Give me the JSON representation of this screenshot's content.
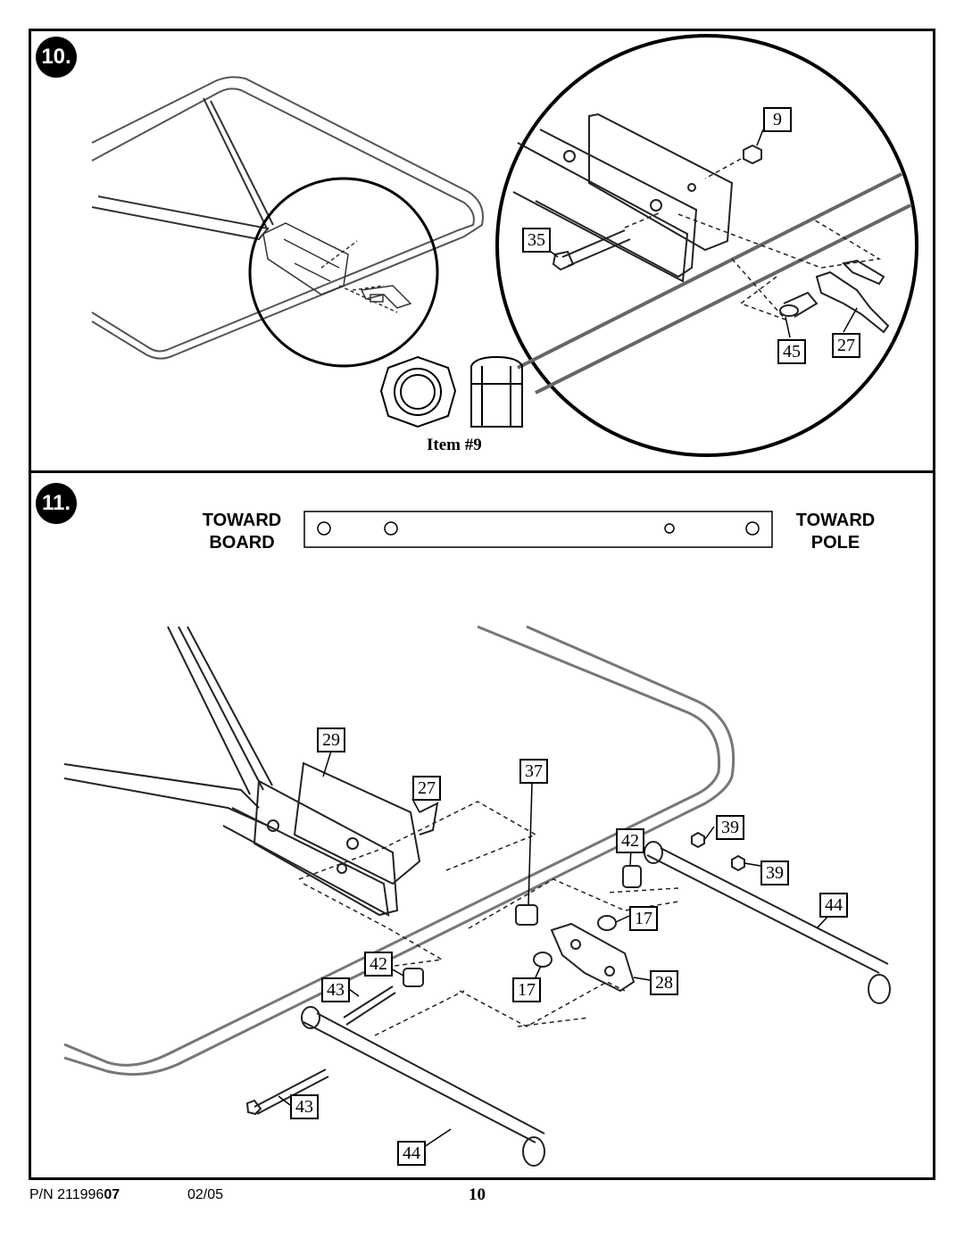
{
  "steps": {
    "step10": "10.",
    "step11": "11."
  },
  "step10": {
    "callouts": {
      "c9": "9",
      "c35": "35",
      "c45": "45",
      "c27": "27"
    },
    "item_caption": "Item #9"
  },
  "step11": {
    "toward_board": [
      "TOWARD",
      "BOARD"
    ],
    "toward_pole": [
      "TOWARD",
      "POLE"
    ],
    "callouts": {
      "c29": "29",
      "c27": "27",
      "c37": "37",
      "c42a": "42",
      "c39a": "39",
      "c39b": "39",
      "c44a": "44",
      "c17a": "17",
      "c42b": "42",
      "c43a": "43",
      "c17b": "17",
      "c28": "28",
      "c43b": "43",
      "c44b": "44"
    }
  },
  "footer": {
    "part_prefix": "P/N 211996",
    "part_suffix": "07",
    "date": "02/05",
    "page": "10"
  }
}
